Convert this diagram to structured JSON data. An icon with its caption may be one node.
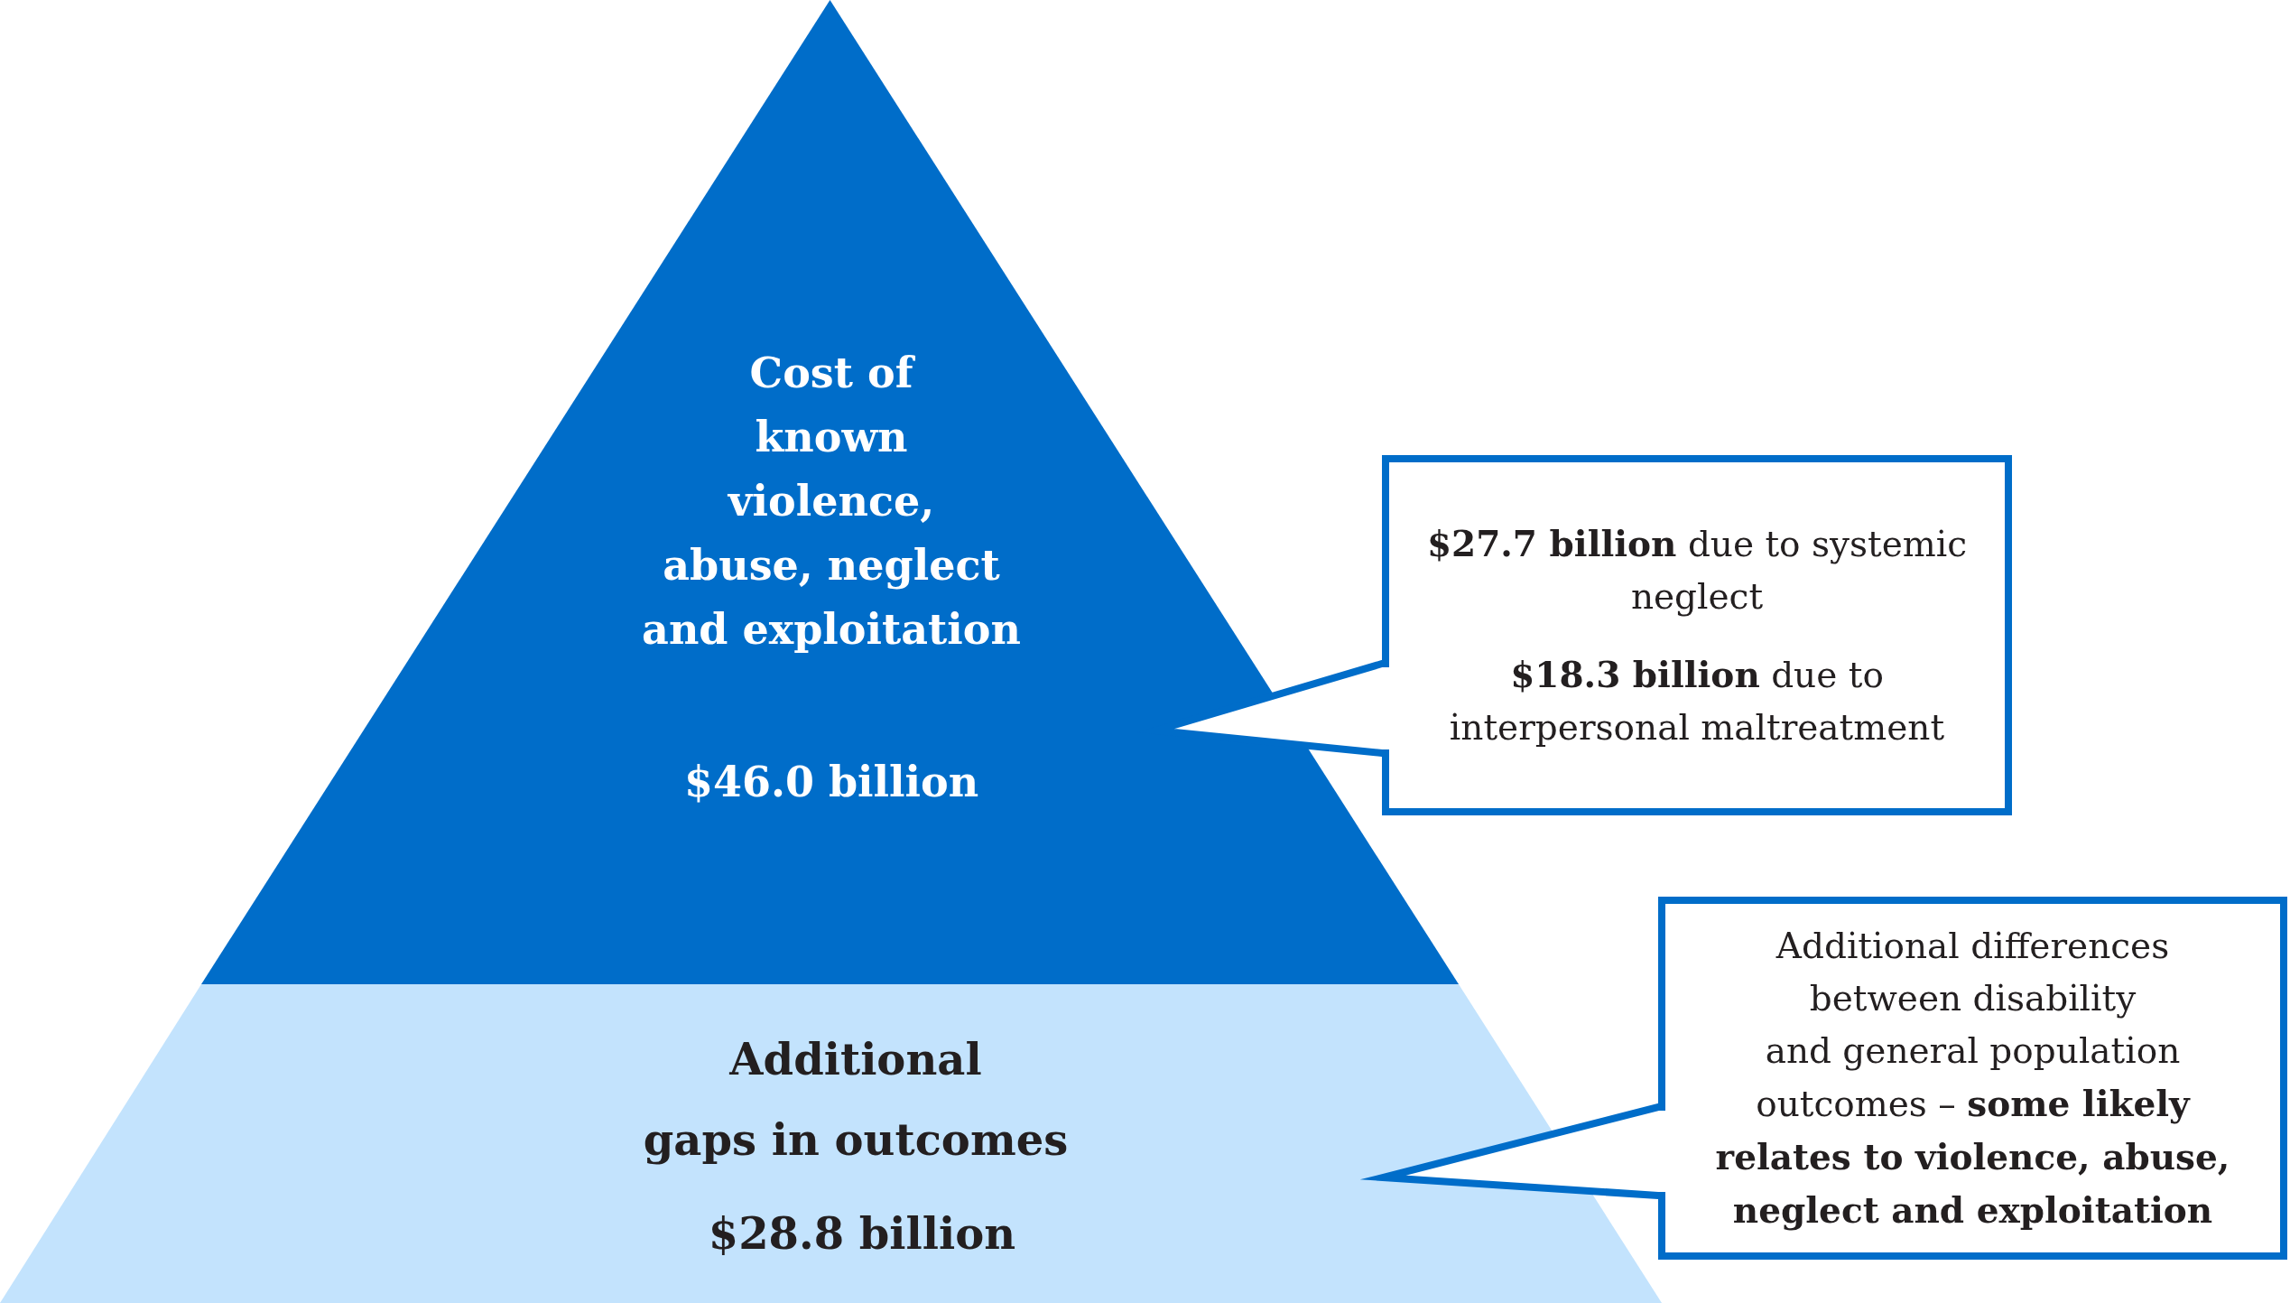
{
  "diagram": {
    "nodes": [
      {
        "text": [
          "Cost of known violence, abuse, neglect and exploitation",
          "$46.0 billion"
        ]
      },
      {
        "text": [
          "Additional gaps in outcomes",
          "$28.8 billion"
        ]
      },
      {
        "text": [
          "**$27.7 billion** due to systemic neglect",
          "**$18.3 billion** due to interpersonal maltreatment"
        ]
      },
      {
        "text": [
          "Additional differences between disability and general population outcomes – **some likely relates to violence, abuse, neglect and exploitation**"
        ]
      }
    ],
    "edges": [
      {
        "from": 2,
        "to": 0,
        "arrow": "none"
      },
      {
        "from": 3,
        "to": 1,
        "arrow": "none"
      }
    ]
  }
}
